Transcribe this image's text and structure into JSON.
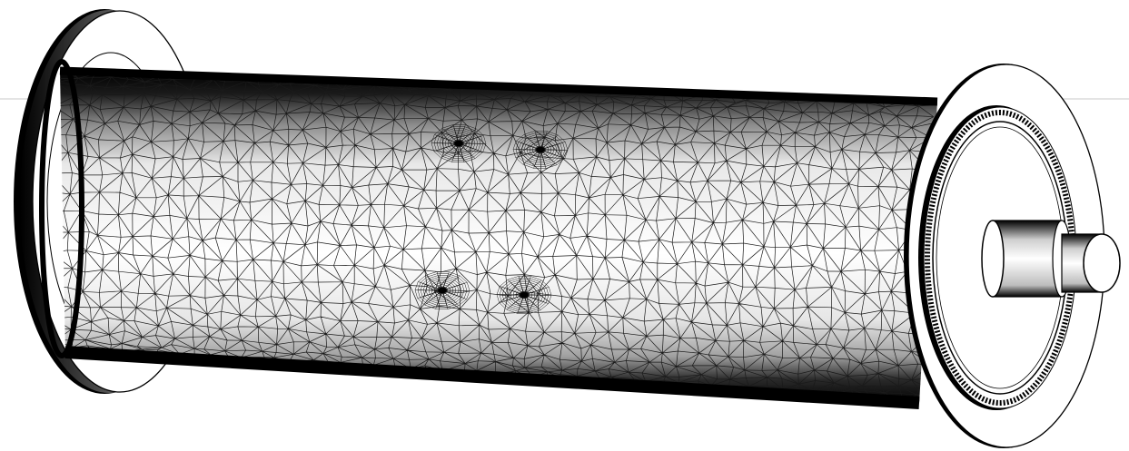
{
  "scene": {
    "subject": "roller-drum",
    "render_style": "wireframe-shaded",
    "background_color": "#ffffff",
    "ink_color": "#000000",
    "guide_line_color": "#c8c8c8",
    "mesh_color": "#1a1a1a"
  },
  "components": {
    "left_flange": {
      "icon": "flange-ring"
    },
    "drum_shell": {
      "icon": "tessellated-cylinder"
    },
    "right_flange": {
      "icon": "flange-ring"
    },
    "shaft": {
      "icon": "stepped-shaft"
    },
    "mesh_refinement_spots": 4
  }
}
